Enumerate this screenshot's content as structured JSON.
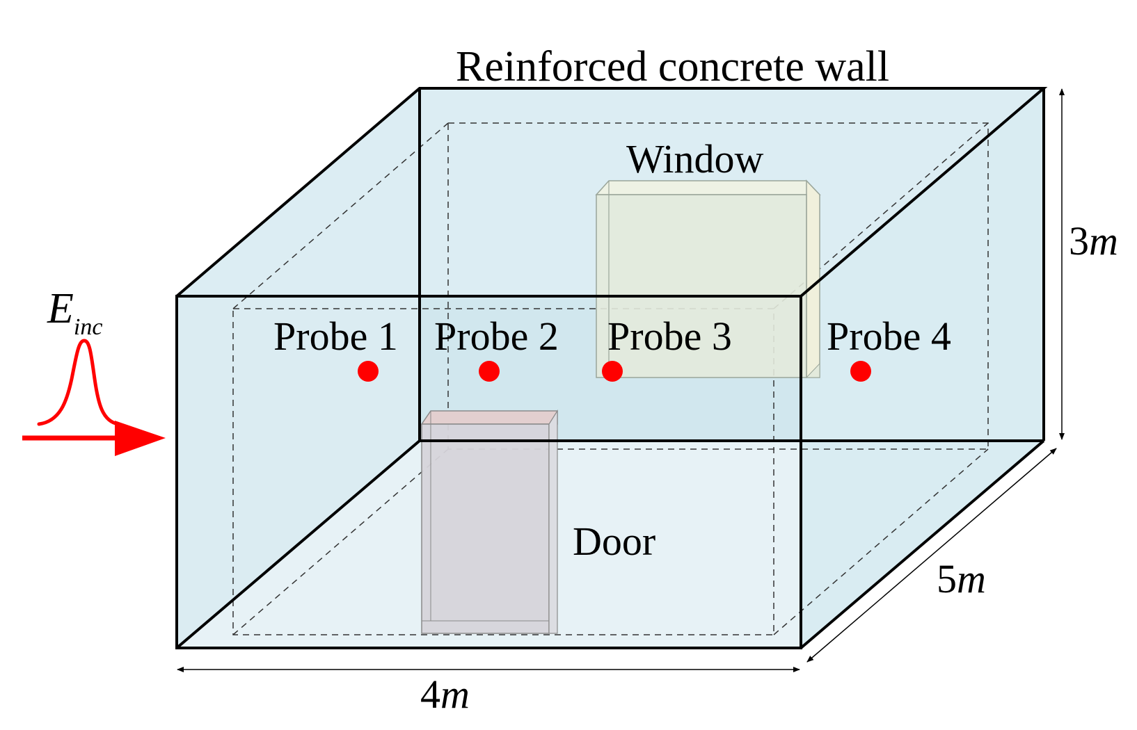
{
  "title": "Reinforced concrete wall",
  "labels": {
    "window": "Window",
    "door": "Door"
  },
  "incident_field": {
    "symbol": "E",
    "subscript": "inc"
  },
  "probes": [
    {
      "label": "Probe 1"
    },
    {
      "label": "Probe 2"
    },
    {
      "label": "Probe 3"
    },
    {
      "label": "Probe 4"
    }
  ],
  "dimensions": {
    "width": {
      "value": "4",
      "unit": "m"
    },
    "depth": {
      "value": "5",
      "unit": "m"
    },
    "height": {
      "value": "3",
      "unit": "m"
    }
  },
  "colors": {
    "wall_fill": "#cfe6ee",
    "wall_fill_light": "#e4f1f6",
    "window_fill": "#e3eadc",
    "door_fill": "#d6d4da",
    "door_top": "#e3cfcf",
    "probe": "#ff0000",
    "pulse": "#ff0000",
    "edge": "#000000"
  }
}
